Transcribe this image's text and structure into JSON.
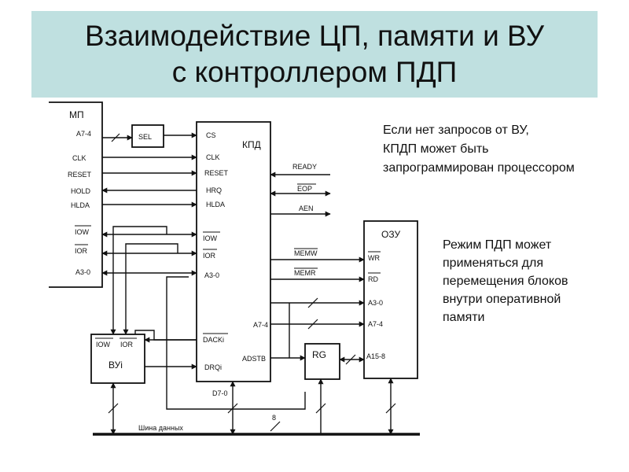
{
  "title": {
    "line1": "Взаимодействие ЦП, памяти и ВУ",
    "line2": "с контроллером ПДП"
  },
  "notes": {
    "note1": [
      "Если нет запросов от ВУ,",
      "КПДП может быть",
      "запрограммирован процессором"
    ],
    "note2": [
      "Режим ПДП может",
      "применяться для",
      "перемещения  блоков",
      "внутри оперативной",
      "памяти"
    ]
  },
  "diagram": {
    "mp": {
      "title": "МП",
      "pins": [
        "A7-4",
        "CLK",
        "RESET",
        "HOLD",
        "HLDA",
        "IOW",
        "IOR",
        "A3-0"
      ]
    },
    "sel": "SEL",
    "kpd": {
      "title": "КПД",
      "left_pins": [
        "CS",
        "CLK",
        "RESET",
        "HRQ",
        "HLDA",
        "IOW",
        "IOR",
        "A3-0",
        "DACKi",
        "DRQi"
      ],
      "right_pins": [
        "READY",
        "EOP",
        "AEN",
        "MEMW",
        "MEMR",
        "A7-4",
        "ADSTB"
      ],
      "bottom_pin": "D7-0"
    },
    "ozu": {
      "title": "ОЗУ",
      "pins": [
        "WR",
        "RD",
        "A3-0",
        "A7-4",
        "A15-8"
      ]
    },
    "rg": "RG",
    "vu": {
      "pins": [
        "IOW",
        "IOR"
      ],
      "title": "ВУi"
    },
    "bus": {
      "label": "Шина данных",
      "width": "8"
    }
  }
}
